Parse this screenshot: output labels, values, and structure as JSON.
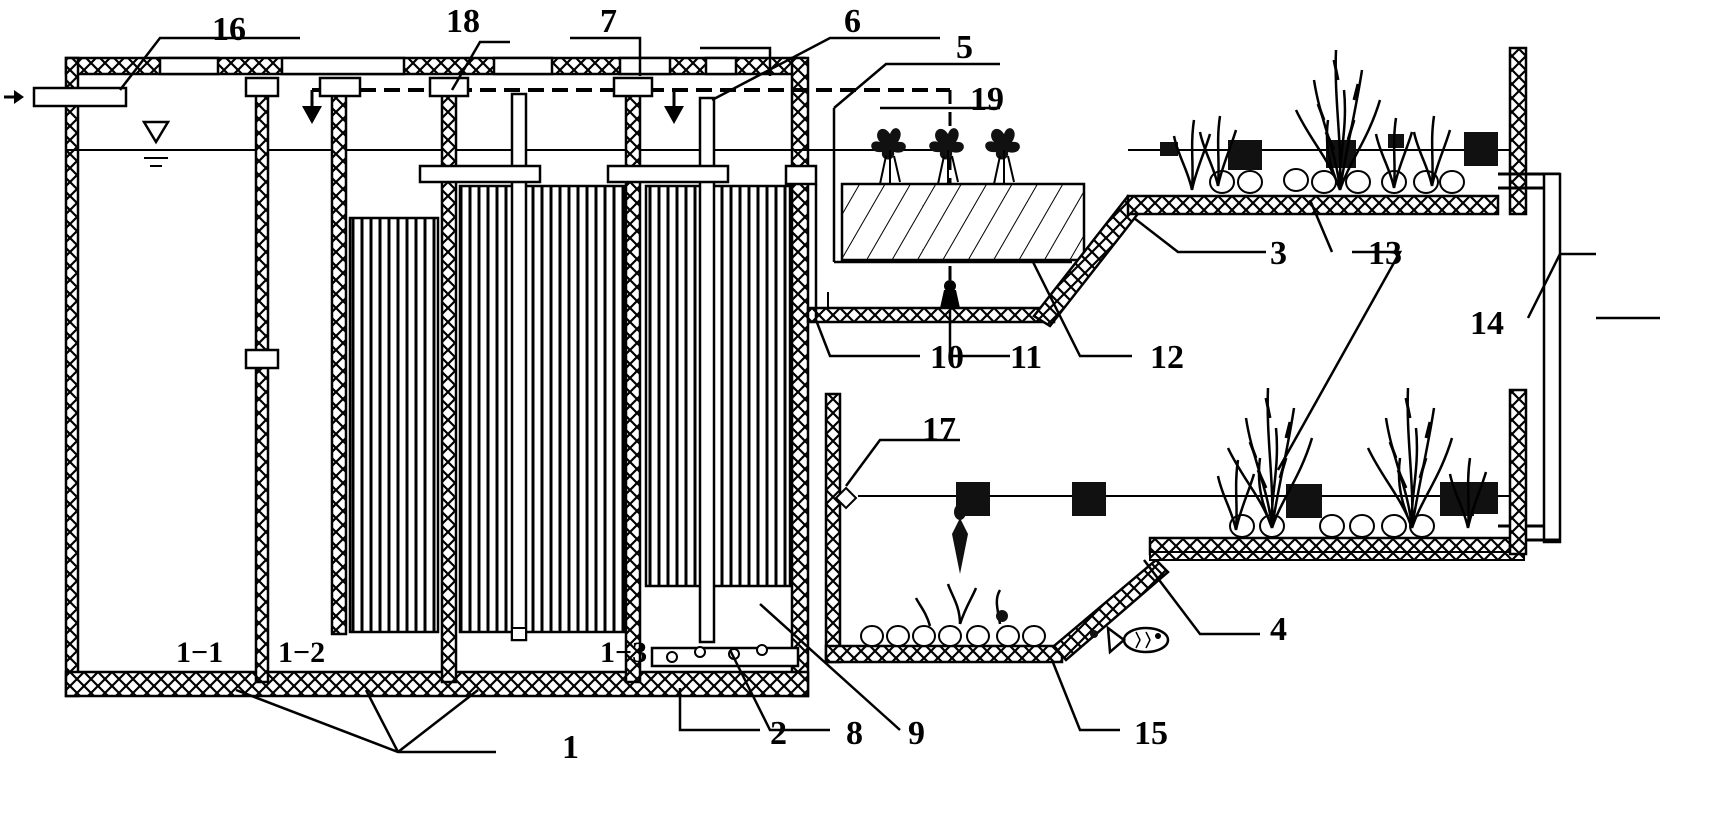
{
  "labels": {
    "l1": "1",
    "l2": "2",
    "l3": "3",
    "l4": "4",
    "l5": "5",
    "l6": "6",
    "l7": "7",
    "l8": "8",
    "l9": "9",
    "l10": "10",
    "l11": "11",
    "l12": "12",
    "l13": "13",
    "l14": "14",
    "l15": "15",
    "l16": "16",
    "l17": "17",
    "l18": "18",
    "l19": "19"
  },
  "chambers": {
    "c1": "1−1",
    "c2": "1−2",
    "c3": "1−3"
  }
}
